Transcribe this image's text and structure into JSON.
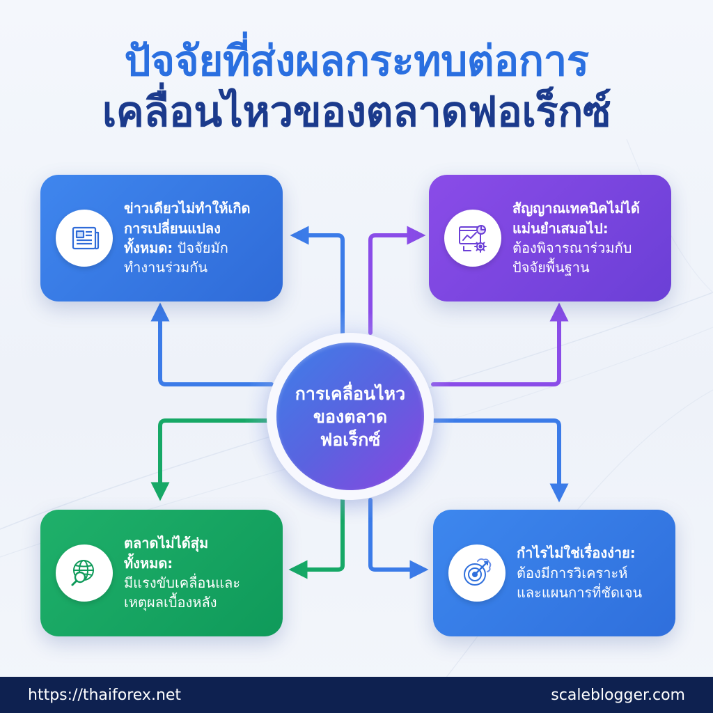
{
  "title": {
    "line1": "ปัจจัยที่ส่งผลกระทบต่อการ",
    "line2": "เคลื่อนไหวของตลาดฟอเร็กซ์"
  },
  "hub": {
    "line1": "การเคลื่อนไหว",
    "line2": "ของตลาด",
    "line3": "ฟอเร็กซ์"
  },
  "cards": {
    "top_left": {
      "icon": "newspaper-icon",
      "bold1": "ข่าวเดียวไม่ทำให้เกิด",
      "bold2": "การเปลี่ยนแปลง",
      "bold3": "ทั้งหมด:",
      "rest3": " ปัจจัยมัก",
      "line4": "ทำงานร่วมกัน"
    },
    "top_right": {
      "icon": "analytics-gear-icon",
      "bold1": "สัญญาณเทคนิคไม่ได้",
      "bold2": "แม่นยำเสมอไป:",
      "line3": "ต้องพิจารณาร่วมกับ",
      "line4": "ปัจจัยพื้นฐาน"
    },
    "bottom_left": {
      "icon": "globe-search-icon",
      "bold1": "ตลาดไม่ได้สุ่ม",
      "bold2": "ทั้งหมด:",
      "line3": "มีแรงขับเคลื่อนและ",
      "line4": "เหตุผลเบื้องหลัง"
    },
    "bottom_right": {
      "icon": "brain-target-icon",
      "bold1": "กำไรไม่ใช่เรื่องง่าย:",
      "line2": "ต้องมีการวิเคราะห์",
      "line3": "และแผนการที่ชัดเจน"
    }
  },
  "colors": {
    "blue": "#3b7be8",
    "purple": "#8a4ce8",
    "green": "#16a866",
    "navy": "#0e2150"
  },
  "footer": {
    "left": "https://thaiforex.net",
    "right": "scaleblogger.com"
  }
}
